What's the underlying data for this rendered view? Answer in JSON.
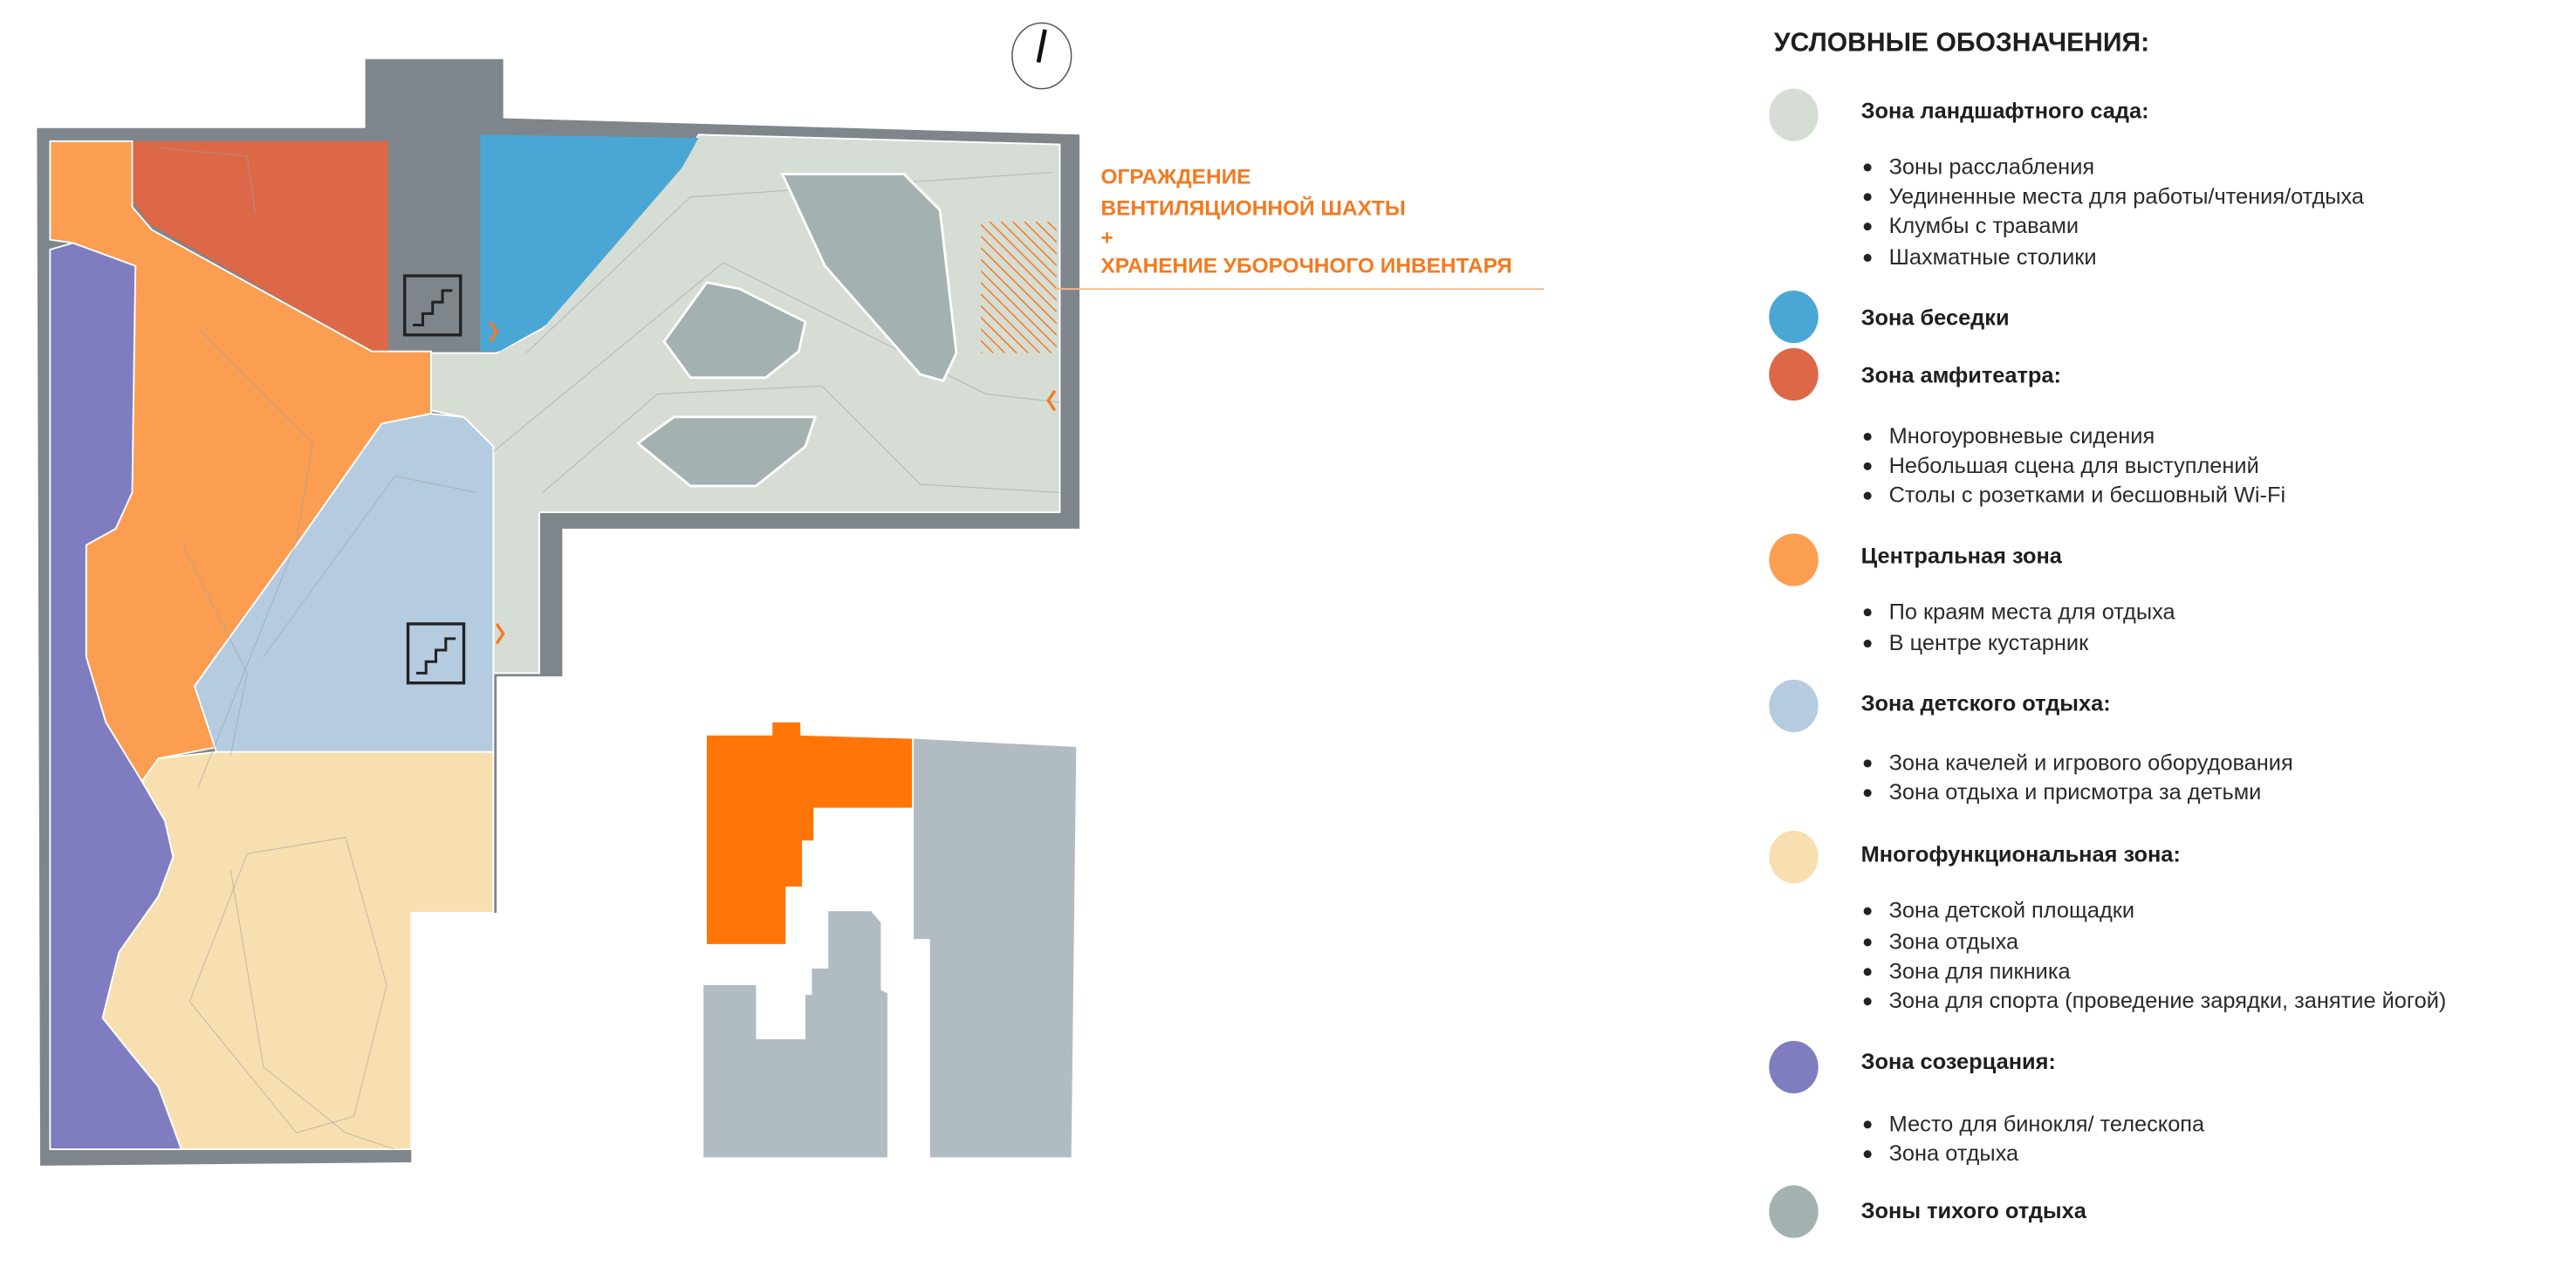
{
  "colors": {
    "wall": "#7f868b",
    "landscape": "#d6ddd5",
    "gazebo": "#4aa6d5",
    "amphitheater": "#dd6848",
    "central": "#fb9e52",
    "children": "#b5cbe0",
    "multifunctional": "#f8dfb0",
    "contemplation": "#7f7dbf",
    "quiet": "#a3b1b1",
    "highlight_building": "#ff7508",
    "neighbor_building": "#b1bcc2",
    "accent": "#f47a20"
  },
  "plan": {
    "icons": [
      "stairs-icon",
      "compass-icon",
      "entrance-arrow-icon",
      "hatched-area"
    ],
    "callout": {
      "lines": [
        "ОГРАЖДЕНИЕ",
        "ВЕНТИЛЯЦИОННОЙ ШАХТЫ",
        "+",
        "ХРАНЕНИЕ УБОРОЧНОГО ИНВЕНТАРЯ"
      ]
    }
  },
  "legend": {
    "title": "УСЛОВНЫЕ ОБОЗНАЧЕНИЯ:",
    "entries": [
      {
        "key": "landscape",
        "label": "Зона ландшафтного сада:",
        "items": [
          "Зоны расслабления",
          "Уединенные места для работы/чтения/отдыха",
          "Клумбы с травами",
          "Шахматные столики"
        ]
      },
      {
        "key": "gazebo",
        "label": "Зона беседки",
        "items": []
      },
      {
        "key": "amphitheater_legend",
        "label": "Зона амфитеатра:",
        "items": [
          "Многоуровневые сидения",
          "Небольшая сцена для выступлений",
          "Столы с розетками и бесшовный Wi-Fi"
        ]
      },
      {
        "key": "central",
        "label": "Центральная зона",
        "items": [
          "По краям места для отдыха",
          "В центре кустарник"
        ]
      },
      {
        "key": "children",
        "label": "Зона детского отдыха:",
        "items": [
          "Зона качелей и игрового оборудования",
          "Зона отдыха и присмотра за детьми"
        ]
      },
      {
        "key": "multifunctional",
        "label": "Многофункциональная зона:",
        "items": [
          "Зона детской площадки",
          "Зона отдыха",
          "Зона для пикника",
          "Зона для спорта (проведение зарядки, занятие йогой)"
        ]
      },
      {
        "key": "contemplation",
        "label": "Зона созерцания:",
        "items": [
          "Место для бинокля/ телескопа",
          "Зона отдыха"
        ]
      },
      {
        "key": "quiet",
        "label": "Зоны тихого отдыха",
        "items": []
      }
    ]
  }
}
